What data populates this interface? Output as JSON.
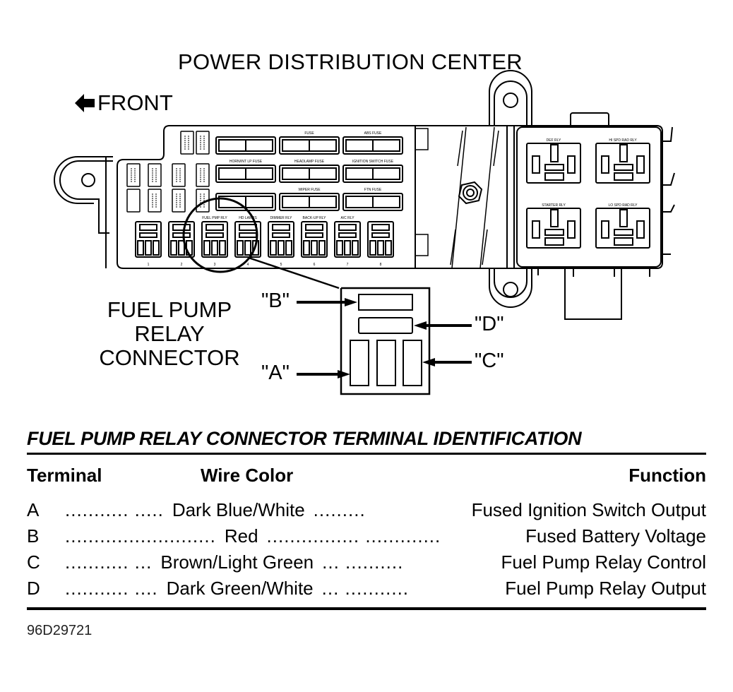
{
  "title": "POWER DISTRIBUTION CENTER",
  "front_label": "FRONT",
  "front_icon": "arrow-left-icon",
  "connector_label": [
    "FUEL PUMP",
    "RELAY",
    "CONNECTOR"
  ],
  "terminal_callouts": {
    "A": "\"A\"",
    "B": "\"B\"",
    "C": "\"C\"",
    "D": "\"D\""
  },
  "fuse_labels": {
    "row1": [
      "",
      "FUSE",
      "ABS FUSE"
    ],
    "row2": [
      "HORN/INT LP FUSE",
      "HEADLAMP FUSE",
      "IGNITION SWITCH FUSE"
    ],
    "row3": [
      "",
      "WIPER FUSE",
      "FTN FUSE"
    ]
  },
  "relay_labels": [
    "",
    "",
    "FUEL PMP RLY",
    "HD LAMPS",
    "DIMMER RLY",
    "BACK-UP RLY",
    "A/C RLY",
    ""
  ],
  "relay_numbers": [
    "1",
    "2",
    "3",
    "4",
    "5",
    "6",
    "7",
    "8"
  ],
  "large_relays": [
    "DEF RLY",
    "HI SPD RAD RLY",
    "STARTER RLY",
    "LO SPD RAD RLY"
  ],
  "table": {
    "title": "FUEL PUMP RELAY CONNECTOR TERMINAL IDENTIFICATION",
    "headers": {
      "terminal": "Terminal",
      "wire_color": "Wire Color",
      "function": "Function"
    },
    "rows": [
      {
        "terminal": "A",
        "dots1": "........... .....",
        "wire": "Dark Blue/White",
        "dots2": ".........",
        "function": "Fused Ignition Switch Output"
      },
      {
        "terminal": "B",
        "dots1": "..........................",
        "wire": "Red",
        "dots2": "................ .............",
        "function": "Fused Battery Voltage"
      },
      {
        "terminal": "C",
        "dots1": "........... ...",
        "wire": "Brown/Light Green",
        "dots2": "... ..........",
        "function": "Fuel Pump Relay Control"
      },
      {
        "terminal": "D",
        "dots1": "........... ....",
        "wire": "Dark Green/White",
        "dots2": "... ...........",
        "function": "Fuel Pump Relay Output"
      }
    ]
  },
  "figure_code": "96D29721"
}
